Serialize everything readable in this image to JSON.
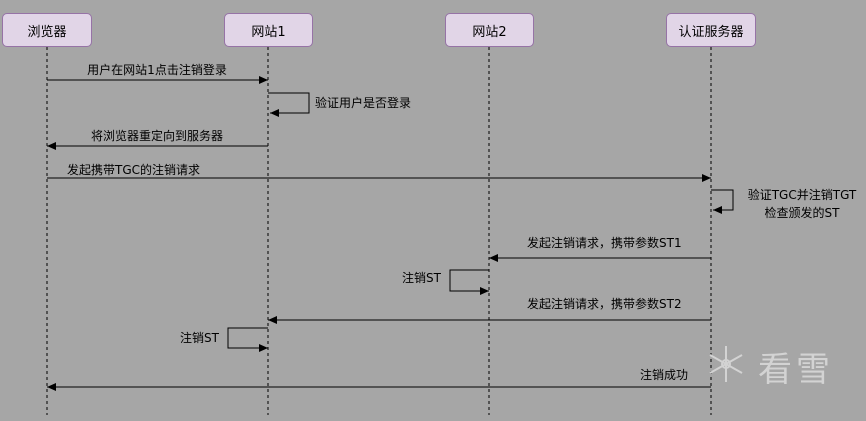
{
  "actors": [
    "浏览器",
    "网站1",
    "网站2",
    "认证服务器"
  ],
  "messages": [
    {
      "label": "用户在网站1点击注销登录"
    },
    {
      "label": "验证用户是否登录"
    },
    {
      "label": "将浏览器重定向到服务器"
    },
    {
      "label": "发起携带TGC的注销请求"
    },
    {
      "label": "验证TGC并注销TGT"
    },
    {
      "label": "检查颁发的ST"
    },
    {
      "label": "发起注销请求，携带参数ST1"
    },
    {
      "label": "注销ST"
    },
    {
      "label": "发起注销请求，携带参数ST2"
    },
    {
      "label": "注销ST"
    },
    {
      "label": "注销成功"
    }
  ],
  "watermark": "看雪",
  "colors": {
    "actor_fill": "#e1d5e7",
    "actor_border": "#9673a6",
    "background": "#a6a6a6"
  }
}
